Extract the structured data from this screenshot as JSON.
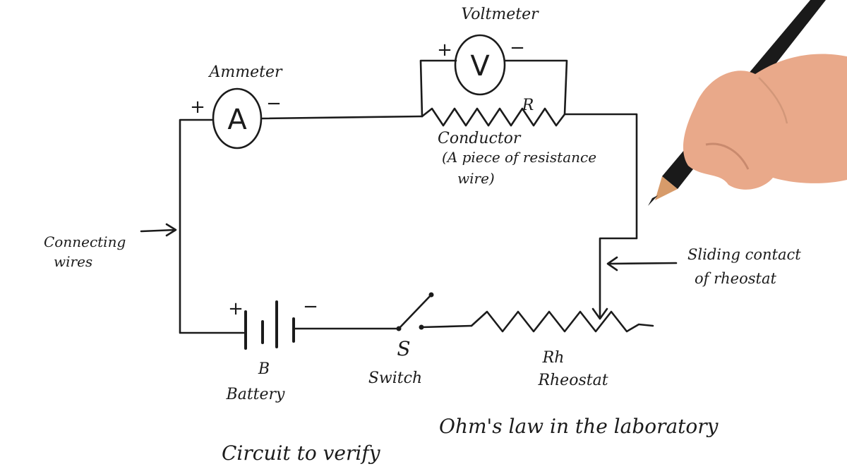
{
  "title": {
    "line1": "Circuit to verify",
    "line2": "Ohm's law in the laboratory"
  },
  "labels": {
    "voltmeter": "Voltmeter",
    "ammeter": "Ammeter",
    "voltmeter_symbol": "V",
    "ammeter_symbol": "A",
    "resistor_symbol": "R",
    "conductor": "Conductor",
    "conductor_note_1": "(A piece of resistance",
    "conductor_note_2": "wire)",
    "connecting_wires_1": "Connecting",
    "connecting_wires_2": "wires",
    "sliding_contact_1": "Sliding contact",
    "sliding_contact_2": "of rheostat",
    "battery_symbol": "B",
    "battery": "Battery",
    "switch_symbol": "S",
    "switch": "Switch",
    "rheostat_symbol": "Rh",
    "rheostat": "Rheostat",
    "plus": "+",
    "minus": "−"
  },
  "colors": {
    "ink": "#1b1b1b",
    "paper": "#ffffff",
    "skin": "#e9a98a",
    "pencil_body": "#1a1a1a",
    "pencil_wood": "#d79b6a"
  }
}
